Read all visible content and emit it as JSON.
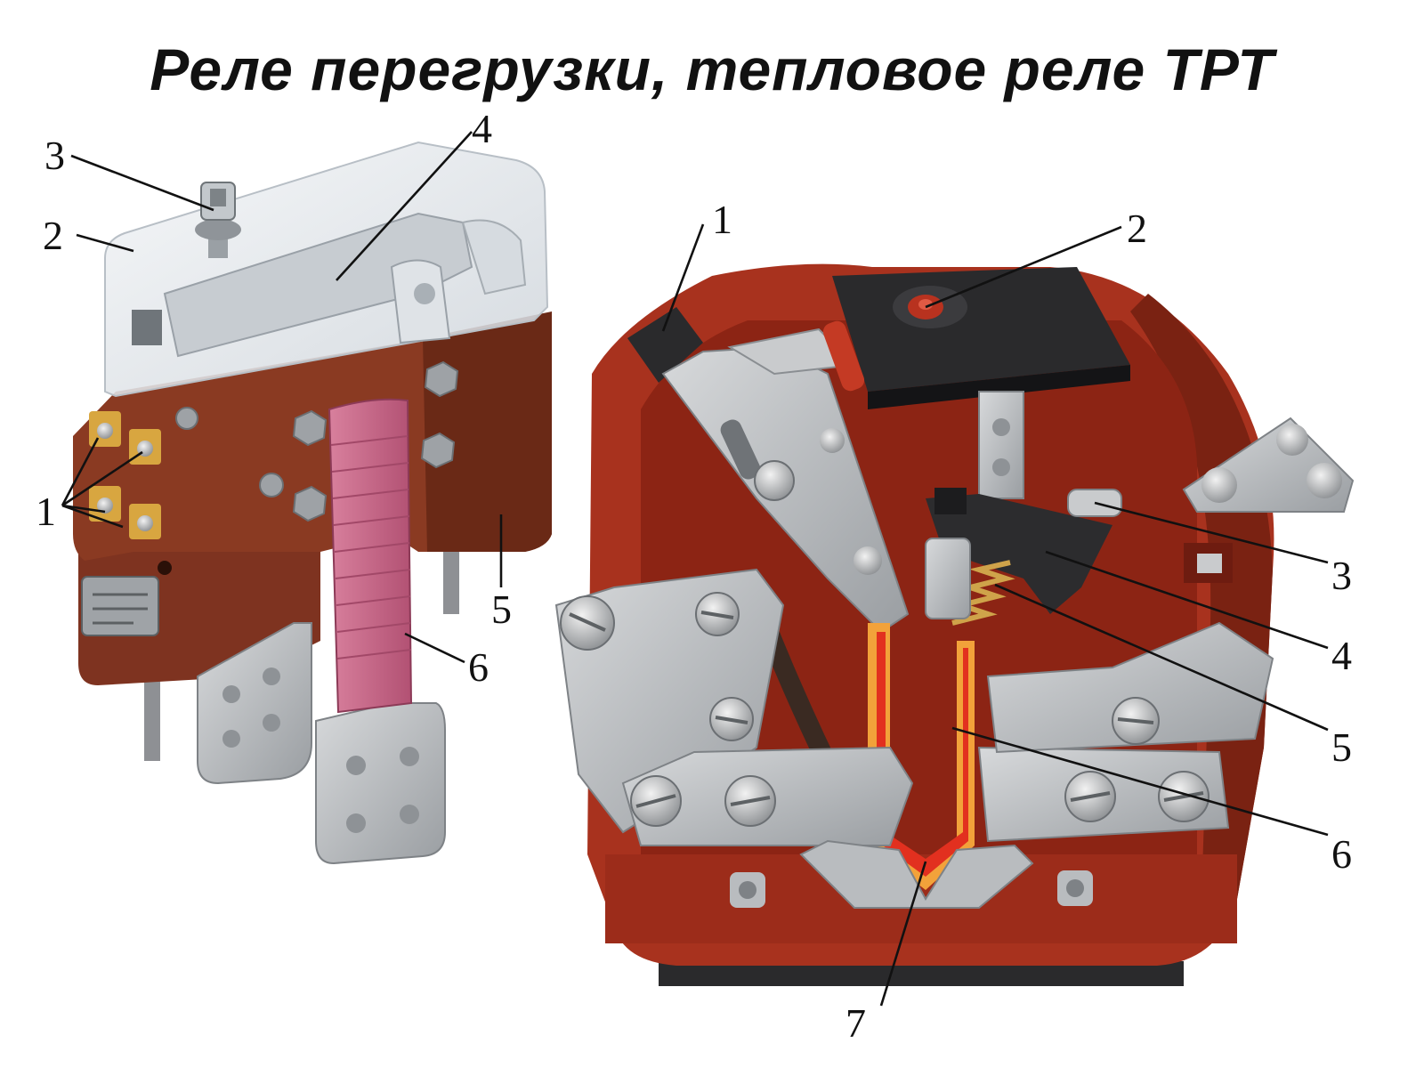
{
  "title": "Реле перегрузки, тепловое реле ТРТ",
  "colors": {
    "housing_left": "#8a3a22",
    "housing_left_dark": "#5e2414",
    "housing_right": "#a8321e",
    "housing_right_dark": "#6e1c10",
    "cover": "#e4e8ec",
    "metal": "#b9bcbf",
    "metal_dark": "#7e8286",
    "heater_strip": "#c9698a",
    "element": "#e2301f",
    "element_glow": "#f2a23a",
    "terminal_brass": "#d8a640",
    "black_part": "#2a2a2c",
    "text": "#111111"
  },
  "left_figure": {
    "labels": {
      "l1": "1",
      "l2": "2",
      "l3": "3",
      "l4": "4",
      "l5": "5",
      "l6": "6"
    }
  },
  "right_figure": {
    "labels": {
      "r1": "1",
      "r2": "2",
      "r3": "3",
      "r4": "4",
      "r5": "5",
      "r6": "6",
      "r7": "7"
    }
  }
}
